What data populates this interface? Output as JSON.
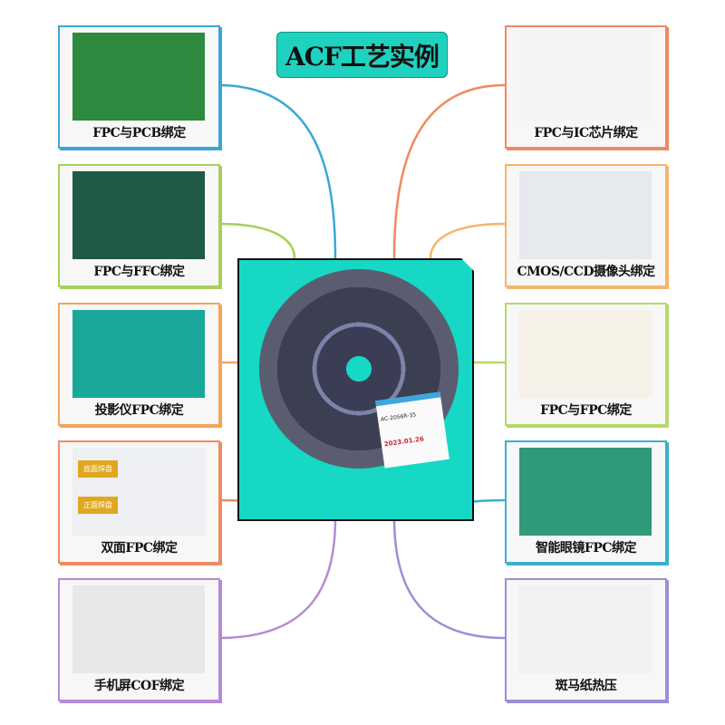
{
  "title": "ACF工艺实例",
  "center": {
    "product": "AC-2056R-35",
    "date": "2023.01.26"
  },
  "left_cards": [
    {
      "label": "FPC与PCB绑定",
      "color": "#3aa7d6",
      "photo": "#2d8a3e"
    },
    {
      "label": "FPC与FFC绑定",
      "color": "#a8cf5a",
      "photo": "#1f5a45"
    },
    {
      "label": "投影仪FPC绑定",
      "color": "#f4a55a",
      "photo": "#1aa89a"
    },
    {
      "label": "双面FPC绑定",
      "color": "#ef8a62",
      "photo": "#eef0f3",
      "pads": [
        "底面焊盘",
        "正面焊盘"
      ]
    },
    {
      "label": "手机屏COF绑定",
      "color": "#b58ad6",
      "photo": "#e8e8e8"
    }
  ],
  "right_cards": [
    {
      "label": "FPC与IC芯片绑定",
      "color": "#ef8a62",
      "photo": "#f4f4f4"
    },
    {
      "label": "CMOS/CCD摄像头绑定",
      "color": "#f6b56a",
      "photo": "#e6e9ee"
    },
    {
      "label": "FPC与FPC绑定",
      "color": "#b5d86a",
      "photo": "#f6f1e6"
    },
    {
      "label": "智能眼镜FPC绑定",
      "color": "#3ab0cc",
      "photo": "#2f9a7a"
    },
    {
      "label": "斑马纸热压",
      "color": "#9b8fd6",
      "photo": "#f1f1f1"
    }
  ]
}
